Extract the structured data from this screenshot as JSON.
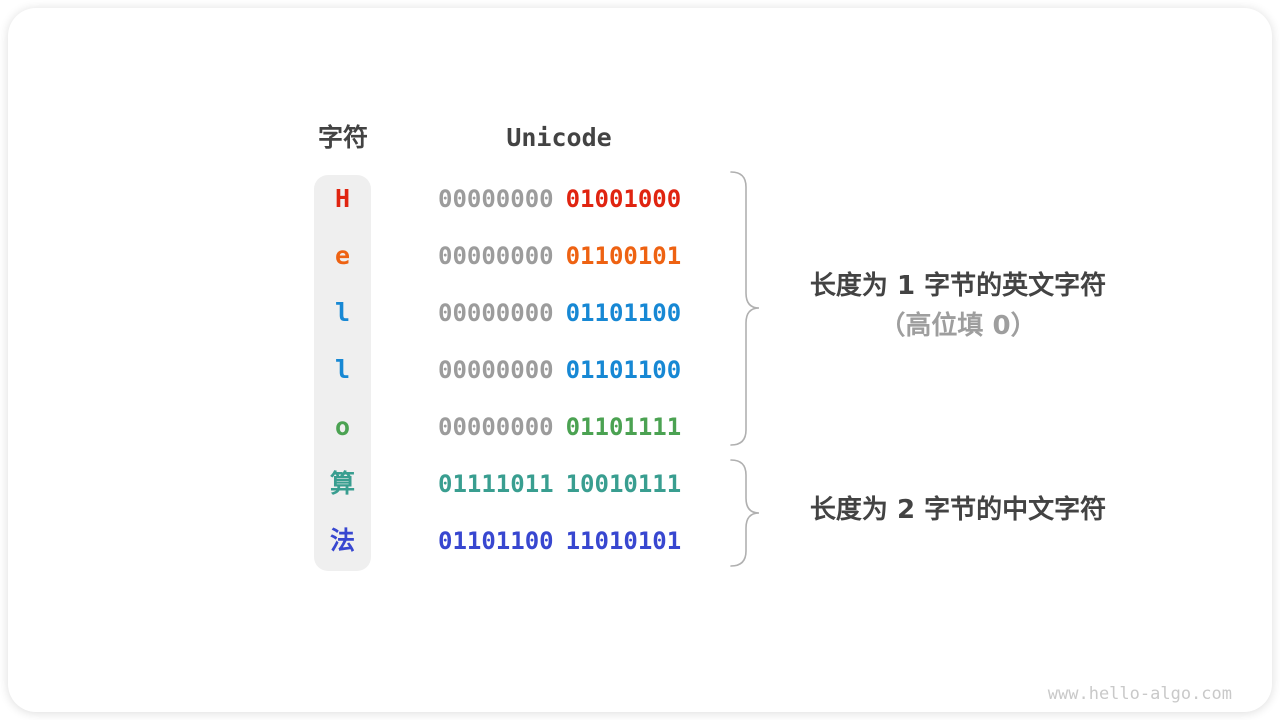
{
  "header": {
    "char_col": "字符",
    "unicode_col": "Unicode"
  },
  "rows": [
    {
      "char": "H",
      "byte1": "00000000",
      "byte2": "01001000",
      "byte1_color": "#9c9c9c",
      "color": "#e02410"
    },
    {
      "char": "e",
      "byte1": "00000000",
      "byte2": "01100101",
      "byte1_color": "#9c9c9c",
      "color": "#ee6212"
    },
    {
      "char": "l",
      "byte1": "00000000",
      "byte2": "01101100",
      "byte1_color": "#9c9c9c",
      "color": "#1788d4"
    },
    {
      "char": "l",
      "byte1": "00000000",
      "byte2": "01101100",
      "byte1_color": "#9c9c9c",
      "color": "#1788d4"
    },
    {
      "char": "o",
      "byte1": "00000000",
      "byte2": "01101111",
      "byte1_color": "#9c9c9c",
      "color": "#4ba252"
    },
    {
      "char": "算",
      "byte1": "01111011",
      "byte2": "10010111",
      "byte1_color": "#399e90",
      "color": "#399e90"
    },
    {
      "char": "法",
      "byte1": "01101100",
      "byte2": "11010101",
      "byte1_color": "#3847d0",
      "color": "#3847d0"
    }
  ],
  "annotations": {
    "english_group_line1": "长度为 1 字节的英文字符",
    "english_group_line2": "（高位填 0）",
    "chinese_group": "长度为 2 字节的中文字符"
  },
  "watermark": "www.hello-algo.com",
  "colors": {
    "page-bg": "#ffffff",
    "card-bg": "#ffffff",
    "column-bg": "#efefef",
    "text-dark": "#434343",
    "text-gray": "#9e9e9e",
    "brace": "#b0b0b0",
    "watermark": "#c9c9c9"
  }
}
